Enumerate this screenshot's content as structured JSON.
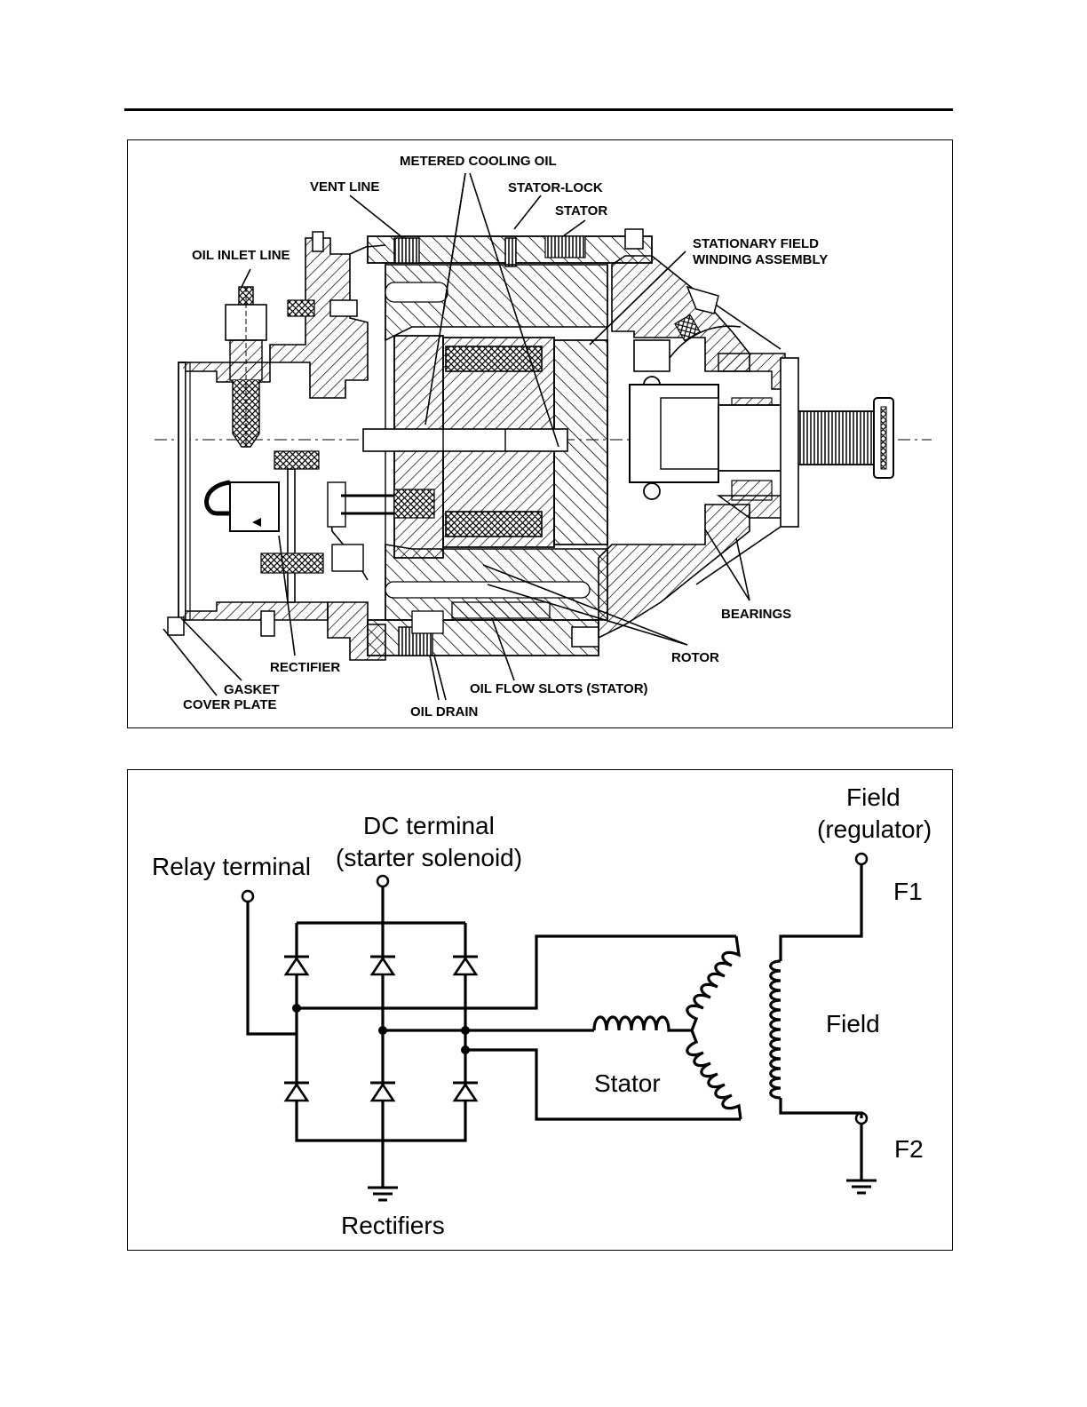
{
  "figure_top": {
    "labels": {
      "metered_cooling_oil": "METERED COOLING OIL",
      "vent_line": "VENT LINE",
      "stator_lock": "STATOR-LOCK",
      "stator": "STATOR",
      "stationary_field_line1": "STATIONARY FIELD",
      "stationary_field_line2": "WINDING ASSEMBLY",
      "oil_inlet_line": "OIL INLET LINE",
      "bearings": "BEARINGS",
      "rotor": "ROTOR",
      "rectifier": "RECTIFIER",
      "gasket": "GASKET",
      "cover_plate": "COVER PLATE",
      "oil_flow_slots": "OIL FLOW SLOTS (STATOR)",
      "oil_drain": "OIL DRAIN"
    }
  },
  "figure_bottom": {
    "labels": {
      "dc_terminal_line1": "DC terminal",
      "dc_terminal_line2": "(starter solenoid)",
      "relay_terminal": "Relay terminal",
      "field_top_line1": "Field",
      "field_top_line2": "(regulator)",
      "f1": "F1",
      "f2": "F2",
      "field": "Field",
      "stator": "Stator",
      "rectifiers": "Rectifiers"
    }
  }
}
